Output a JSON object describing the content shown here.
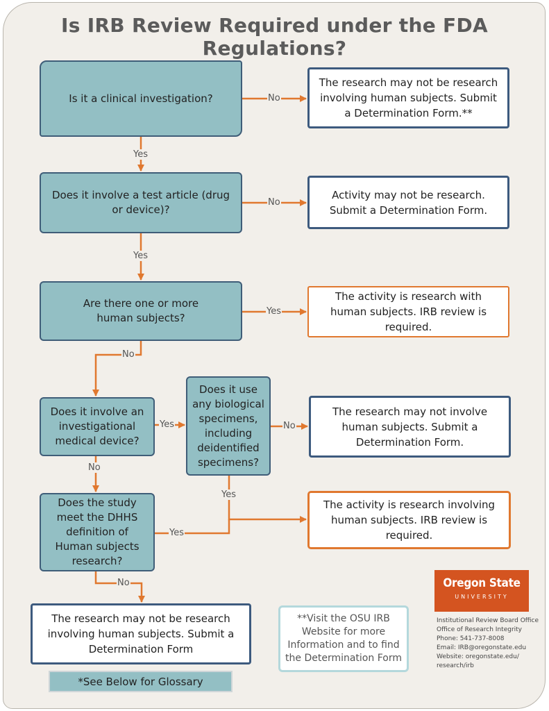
{
  "title": "Is IRB Review Required under the FDA Regulations?",
  "questions": {
    "clinical": "Is it a clinical investigation?",
    "test_article": "Does it involve a test article (drug or device)?",
    "human_subjects": "Are there one or more human subjects?",
    "device": "Does it involve an investigational medical device?",
    "specimens": "Does it use any biological specimens, including deidentified specimens?",
    "dhhs": "Does the study meet the DHHS definition of Human subjects research?"
  },
  "outcomes": {
    "not_human_1": "The research may not be research involving human subjects. Submit a Determination Form.**",
    "not_research": "Activity may not be research. Submit a Determination Form.",
    "irb_required_1": "The activity is research with human subjects. IRB review is required.",
    "not_involve": "The research may not involve human subjects. Submit a Determination Form.",
    "irb_required_2": "The activity is research involving human subjects. IRB review is required.",
    "not_human_2": "The research may not be research involving human subjects. Submit a Determination Form"
  },
  "labels": {
    "yes": "Yes",
    "no": "No"
  },
  "glossary": "*See Below for Glossary",
  "note": "**Visit the OSU IRB Website for more Information and to find the Determination Form",
  "logo": {
    "name": "Oregon State",
    "sub": "UNIVERSITY"
  },
  "contact": [
    "Institutional Review Board Office",
    "Office of Research Integrity",
    "Phone: 541-737-8008",
    "Email: IRB@oregonstate.edu",
    "Website: oregonstate.edu/",
    "research/irb"
  ],
  "colors": {
    "accent": "#e0782f",
    "box": "#93bfc4",
    "border": "#3f5d78",
    "brand": "#d45420"
  }
}
